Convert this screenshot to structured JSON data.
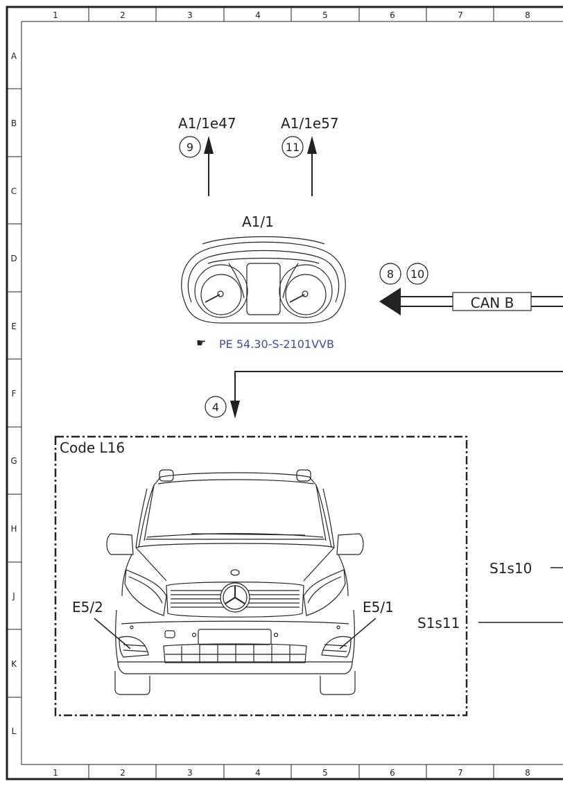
{
  "grid": {
    "columns": [
      "1",
      "2",
      "3",
      "4",
      "5",
      "6",
      "7",
      "8"
    ],
    "rows": [
      "A",
      "B",
      "C",
      "D",
      "E",
      "F",
      "G",
      "H",
      "J",
      "K",
      "L"
    ]
  },
  "labels": {
    "a1_1e47": "A1/1e47",
    "a1_1e57": "A1/1e57",
    "a1_1": "A1/1",
    "e5_2": "E5/2",
    "e5_1": "E5/1",
    "s1s10": "S1s10",
    "s1s11": "S1s11",
    "code_box": "Code L16",
    "can_bus": "CAN B"
  },
  "callouts": {
    "c9": "9",
    "c11": "11",
    "c8": "8",
    "c10": "10",
    "c4": "4"
  },
  "reference": {
    "text": "PE 54.30-S-2101VVB",
    "icon": "pointing-hand-icon",
    "color": "#3a4fa0"
  },
  "colors": {
    "line": "#222222",
    "link": "#3a4fa0"
  }
}
